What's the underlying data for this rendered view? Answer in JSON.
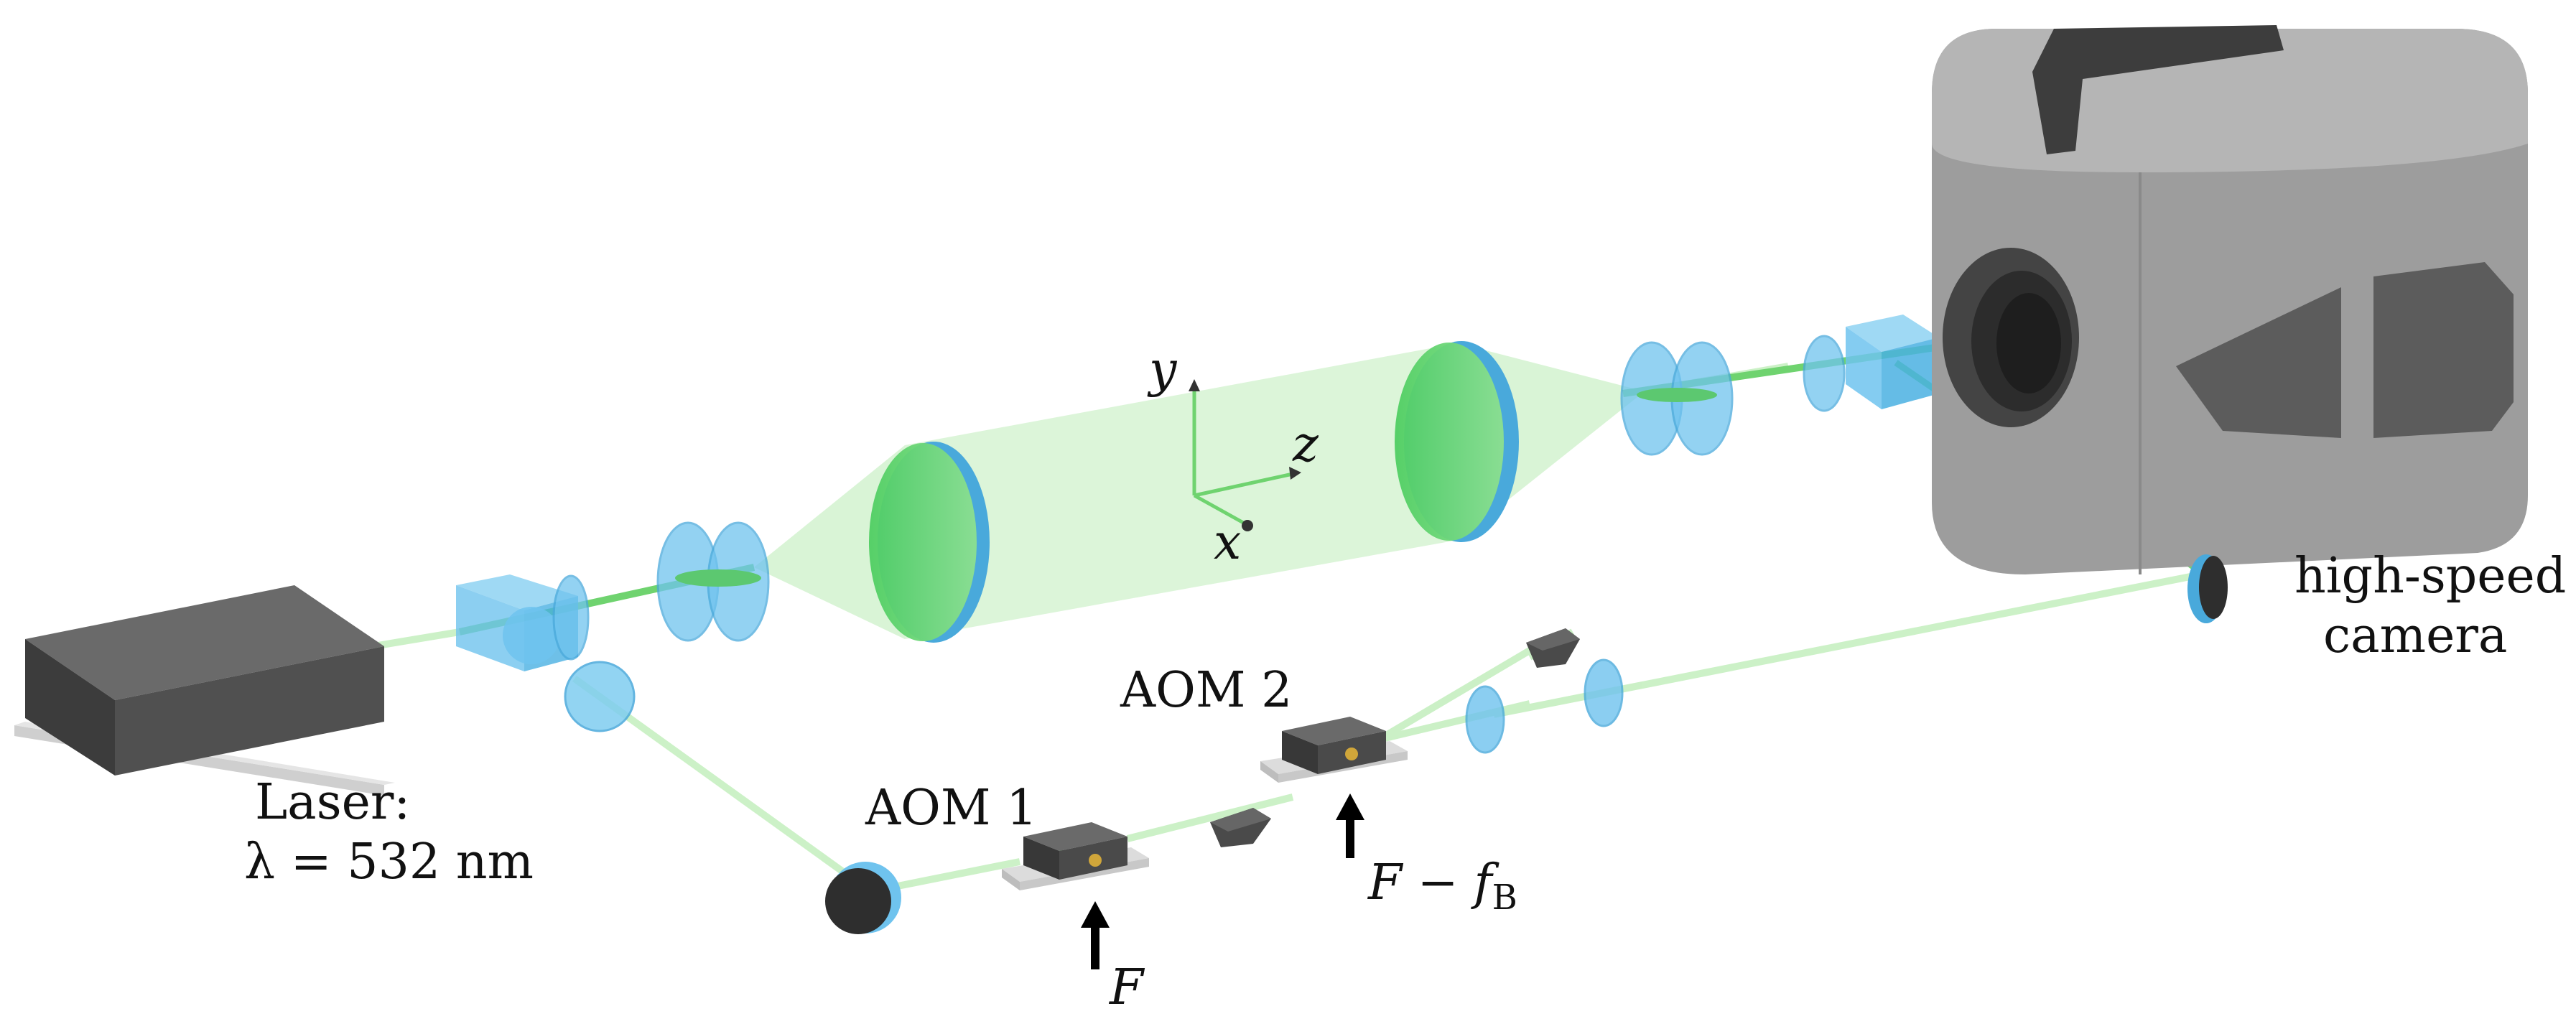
{
  "labels": {
    "laser_line1": "Laser:",
    "laser_line2": "λ = 532 nm",
    "aom1": "AOM 1",
    "aom2": "AOM 2",
    "camera_line1": "high-speed",
    "camera_line2": "camera",
    "freq_f": "F",
    "freq_fminus": "F − f",
    "freq_sub": "B",
    "axis_x": "x",
    "axis_y": "y",
    "axis_z": "z"
  },
  "colors": {
    "beam": "#6fd36f",
    "beam_faint": "#c9f0c4",
    "optic": "#6fc3ee",
    "optic_edge": "#49a9db",
    "lens_green": "#58d46a",
    "box_dark": "#4a4a4a",
    "box_darker": "#383838",
    "camera_body": "#9d9d9d",
    "camera_dark": "#5c5c5c",
    "arrow": "#000000"
  }
}
